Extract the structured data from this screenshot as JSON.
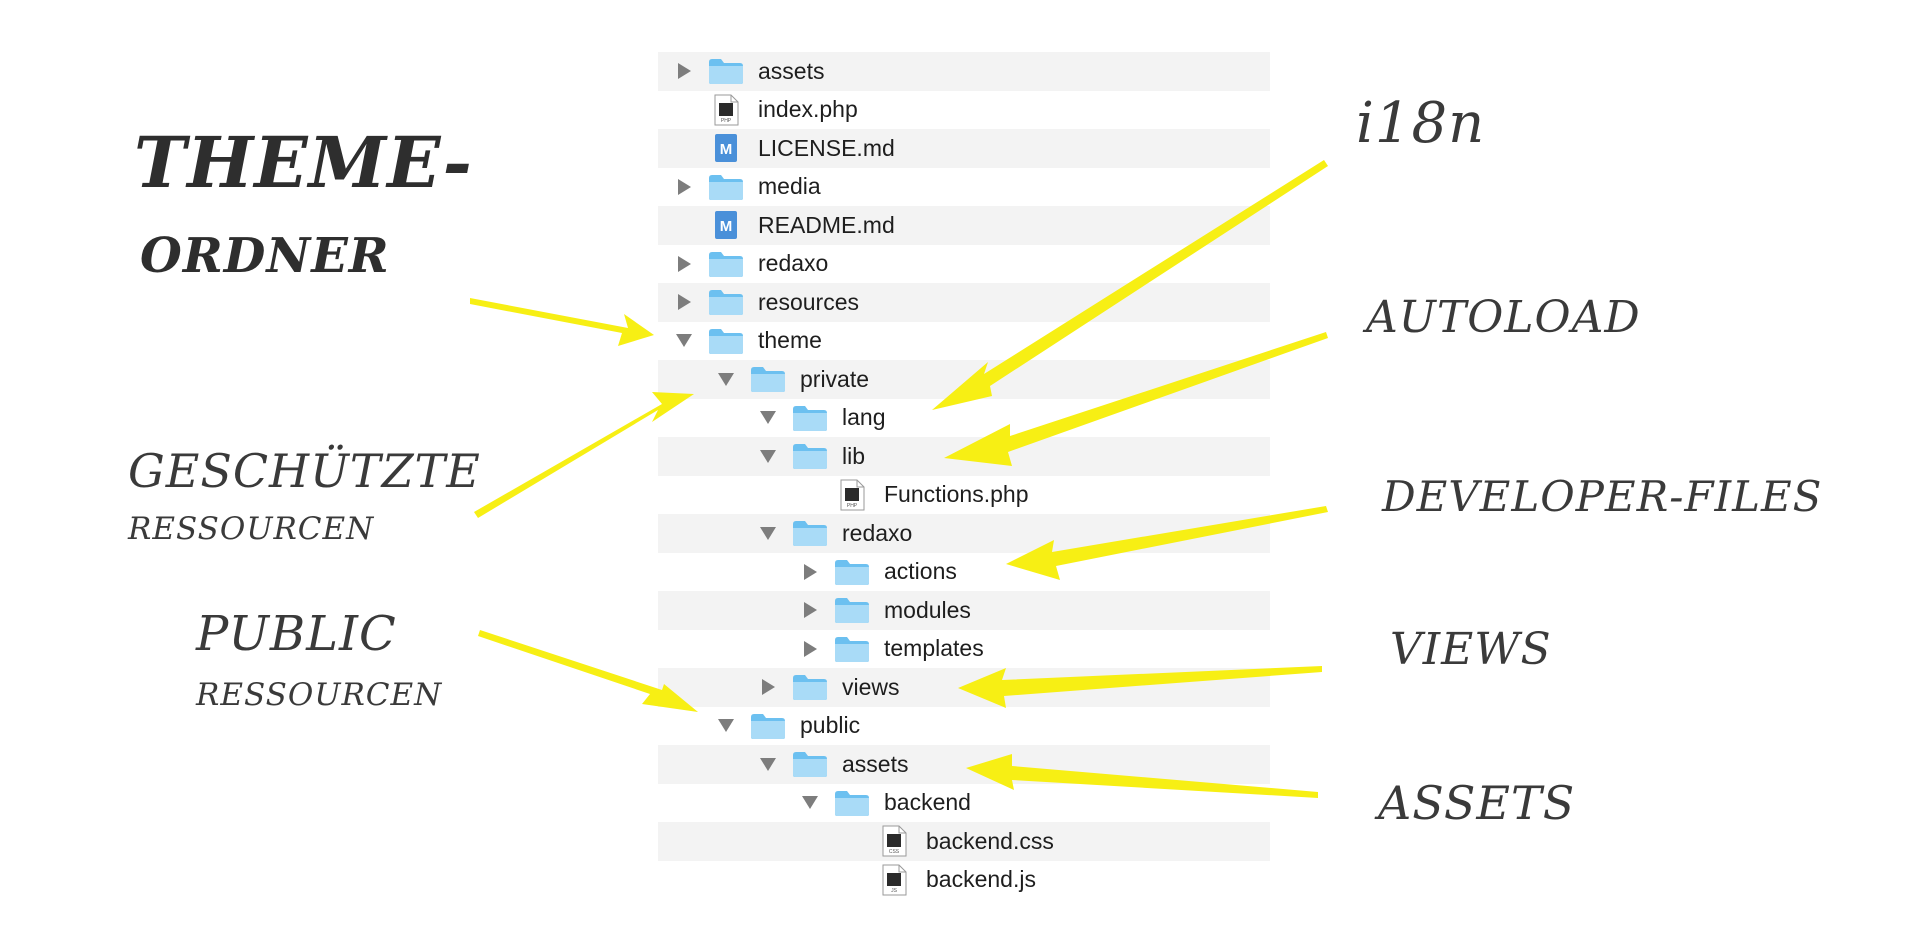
{
  "tree": [
    {
      "name": "assets",
      "kind": "folder",
      "depth": 0,
      "disclosure": "closed"
    },
    {
      "name": "index.php",
      "kind": "php",
      "depth": 0,
      "disclosure": "none"
    },
    {
      "name": "LICENSE.md",
      "kind": "md",
      "depth": 0,
      "disclosure": "none"
    },
    {
      "name": "media",
      "kind": "folder",
      "depth": 0,
      "disclosure": "closed"
    },
    {
      "name": "README.md",
      "kind": "md",
      "depth": 0,
      "disclosure": "none"
    },
    {
      "name": "redaxo",
      "kind": "folder",
      "depth": 0,
      "disclosure": "closed"
    },
    {
      "name": "resources",
      "kind": "folder",
      "depth": 0,
      "disclosure": "closed"
    },
    {
      "name": "theme",
      "kind": "folder",
      "depth": 0,
      "disclosure": "open"
    },
    {
      "name": "private",
      "kind": "folder",
      "depth": 1,
      "disclosure": "open"
    },
    {
      "name": "lang",
      "kind": "folder",
      "depth": 2,
      "disclosure": "open"
    },
    {
      "name": "lib",
      "kind": "folder",
      "depth": 2,
      "disclosure": "open"
    },
    {
      "name": "Functions.php",
      "kind": "php",
      "depth": 3,
      "disclosure": "none"
    },
    {
      "name": "redaxo",
      "kind": "folder",
      "depth": 2,
      "disclosure": "open"
    },
    {
      "name": "actions",
      "kind": "folder",
      "depth": 3,
      "disclosure": "closed"
    },
    {
      "name": "modules",
      "kind": "folder",
      "depth": 3,
      "disclosure": "closed"
    },
    {
      "name": "templates",
      "kind": "folder",
      "depth": 3,
      "disclosure": "closed"
    },
    {
      "name": "views",
      "kind": "folder",
      "depth": 2,
      "disclosure": "closed"
    },
    {
      "name": "public",
      "kind": "folder",
      "depth": 1,
      "disclosure": "open"
    },
    {
      "name": "assets",
      "kind": "folder",
      "depth": 2,
      "disclosure": "open"
    },
    {
      "name": "backend",
      "kind": "folder",
      "depth": 3,
      "disclosure": "open"
    },
    {
      "name": "backend.css",
      "kind": "css",
      "depth": 4,
      "disclosure": "none"
    },
    {
      "name": "backend.js",
      "kind": "js",
      "depth": 4,
      "disclosure": "none"
    }
  ],
  "file_badges": {
    "php": "PHP",
    "css": "CSS",
    "js": "JS",
    "md": "M"
  },
  "annotations": {
    "theme_ordner_1": "THEME-",
    "theme_ordner_2": "ORDNER",
    "geschuetzte_1": "GESCHÜTZTE",
    "geschuetzte_2": "RESSOURCEN",
    "public_1": "PUBLIC",
    "public_2": "RESSOURCEN",
    "i18n": "i18n",
    "autoload": "AUTOLOAD",
    "developer_files": "DEVELOPER-FILES",
    "views": "VIEWS",
    "assets": "ASSETS"
  },
  "colors": {
    "arrow": "#f7ef14",
    "folder_light": "#a9dbf7",
    "folder_dark": "#6cc0f0",
    "md_icon": "#4a90d9",
    "row_alt": "#f3f3f3"
  }
}
